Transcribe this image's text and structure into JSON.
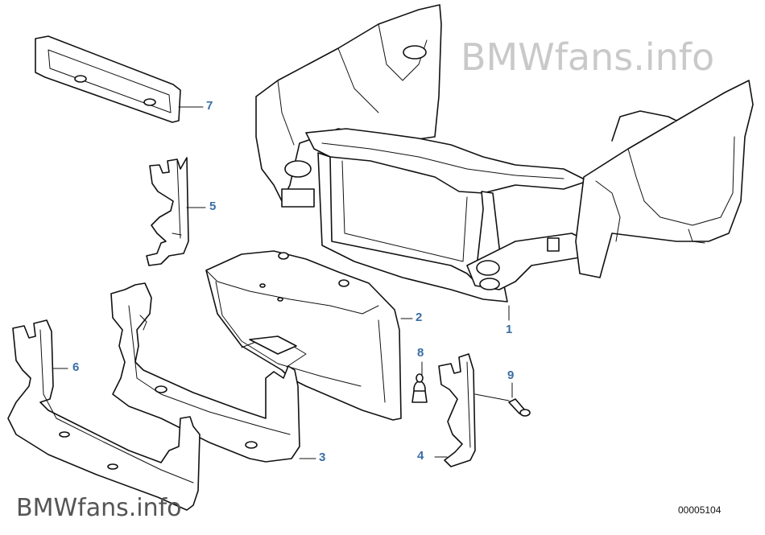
{
  "watermark_top": "BMWfans.info",
  "watermark_bottom": "BMWfans.info",
  "diagram_number": "00005104",
  "callouts": [
    {
      "id": "1",
      "label": "1"
    },
    {
      "id": "2",
      "label": "2"
    },
    {
      "id": "3",
      "label": "3"
    },
    {
      "id": "4",
      "label": "4"
    },
    {
      "id": "5",
      "label": "5"
    },
    {
      "id": "6",
      "label": "6"
    },
    {
      "id": "7",
      "label": "7"
    },
    {
      "id": "8",
      "label": "8"
    },
    {
      "id": "9",
      "label": "9"
    }
  ],
  "colors": {
    "callout": "#3a6ea5",
    "line": "#111111",
    "watermark": "#c9c9c9"
  }
}
